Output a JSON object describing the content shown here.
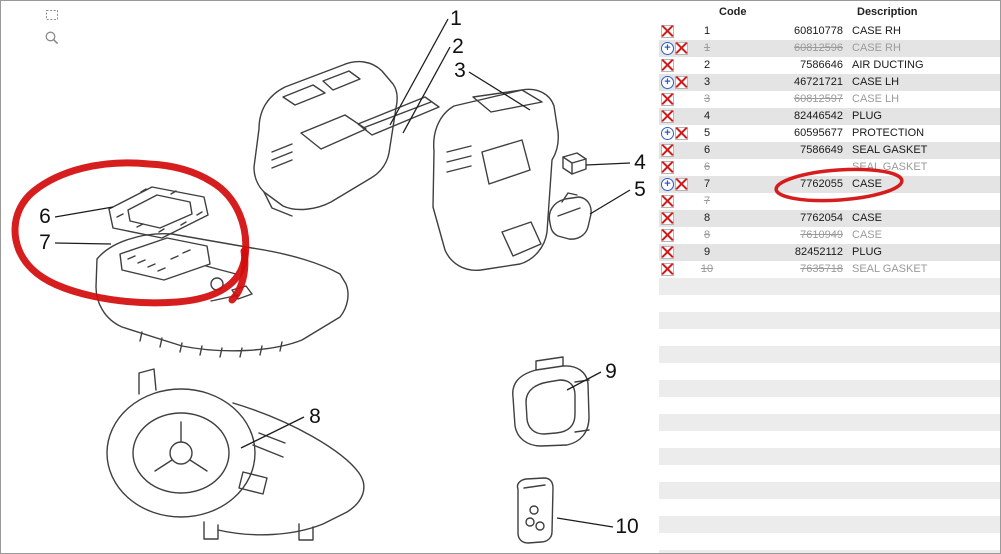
{
  "diagram": {
    "tools": [
      {
        "name": "select-region-tool"
      },
      {
        "name": "zoom-tool"
      }
    ],
    "callouts": [
      "1",
      "2",
      "3",
      "4",
      "5",
      "6",
      "7",
      "8",
      "9",
      "10"
    ]
  },
  "table": {
    "header": {
      "code": "Code",
      "description": "Description"
    },
    "rows": [
      {
        "num": "1",
        "code": "60810778",
        "desc": "CASE RH",
        "superseded": false,
        "zoom": false,
        "highlighted": false
      },
      {
        "num": "1",
        "code": "60812596",
        "desc": "CASE RH",
        "superseded": true,
        "zoom": true,
        "highlighted": false
      },
      {
        "num": "2",
        "code": "7586646",
        "desc": "AIR DUCTING",
        "superseded": false,
        "zoom": false,
        "highlighted": false
      },
      {
        "num": "3",
        "code": "46721721",
        "desc": "CASE LH",
        "superseded": false,
        "zoom": true,
        "highlighted": false
      },
      {
        "num": "3",
        "code": "60812597",
        "desc": "CASE LH",
        "superseded": true,
        "zoom": false,
        "highlighted": false
      },
      {
        "num": "4",
        "code": "82446542",
        "desc": "PLUG",
        "superseded": false,
        "zoom": false,
        "highlighted": false
      },
      {
        "num": "5",
        "code": "60595677",
        "desc": "PROTECTION",
        "superseded": false,
        "zoom": true,
        "highlighted": false
      },
      {
        "num": "6",
        "code": "7586649",
        "desc": "SEAL GASKET",
        "superseded": false,
        "zoom": false,
        "highlighted": false
      },
      {
        "num": "6",
        "code": "",
        "desc": "SEAL GASKET",
        "superseded": true,
        "zoom": false,
        "highlighted": false
      },
      {
        "num": "7",
        "code": "7762055",
        "desc": "CASE",
        "superseded": false,
        "zoom": true,
        "highlighted": true
      },
      {
        "num": "7",
        "code": "",
        "desc": "",
        "superseded": true,
        "zoom": false,
        "highlighted": false
      },
      {
        "num": "8",
        "code": "7762054",
        "desc": "CASE",
        "superseded": false,
        "zoom": false,
        "highlighted": false
      },
      {
        "num": "8",
        "code": "7610949",
        "desc": "CASE",
        "superseded": true,
        "zoom": false,
        "highlighted": false
      },
      {
        "num": "9",
        "code": "82452112",
        "desc": "PLUG",
        "superseded": false,
        "zoom": false,
        "highlighted": false
      },
      {
        "num": "10",
        "code": "7635718",
        "desc": "SEAL GASKET",
        "superseded": true,
        "zoom": false,
        "highlighted": false
      }
    ]
  },
  "annotations": {
    "color": "#d40b0b",
    "highlighted_code": "7762055"
  }
}
